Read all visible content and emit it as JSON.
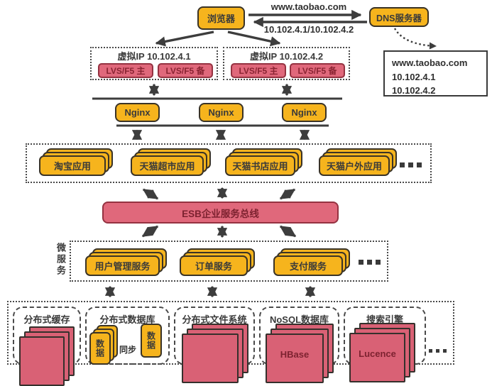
{
  "browser": {
    "label": "浏览器"
  },
  "dns": {
    "label": "DNS服务器",
    "request": "www.taobao.com",
    "response": "10.102.4.1/10.102.4.2",
    "record": [
      "www.taobao.com",
      "10.102.4.1",
      "10.102.4.2"
    ]
  },
  "vip_groups": [
    {
      "title": "虚拟IP 10.102.4.1",
      "nodes": [
        "LVS/F5 主",
        "LVS/F5 备"
      ]
    },
    {
      "title": "虚拟IP 10.102.4.2",
      "nodes": [
        "LVS/F5 主",
        "LVS/F5 备"
      ]
    }
  ],
  "nginx": {
    "labels": [
      "Nginx",
      "Nginx",
      "Nginx"
    ]
  },
  "apps": {
    "items": [
      "淘宝应用",
      "天猫超市应用",
      "天猫书店应用",
      "天猫户外应用"
    ],
    "more": "..."
  },
  "esb": {
    "label": "ESB企业服务总线"
  },
  "microservices": {
    "side_label": "微服务",
    "items": [
      "用户管理服务",
      "订单服务",
      "支付服务"
    ],
    "more": "..."
  },
  "storage": {
    "cells": [
      {
        "title": "分布式缓存"
      },
      {
        "title": "分布式数据库",
        "data_left": "数据",
        "sync": "同步",
        "data_right": "数据"
      },
      {
        "title": "分布式文件系统"
      },
      {
        "title": "NoSQL数据库",
        "tech": "HBase"
      },
      {
        "title": "搜索引擎",
        "tech": "Lucence"
      }
    ],
    "more": "..."
  },
  "colors": {
    "node_yellow": "#F6B41D",
    "node_rose": "#E0687B",
    "sheet_rose": "#D96175",
    "stroke_dark": "#3a3a3a",
    "maroon_text": "#8A2433"
  },
  "icons": {
    "ellipsis": "more-items-dots",
    "arrow": "double-headed-arrow"
  }
}
